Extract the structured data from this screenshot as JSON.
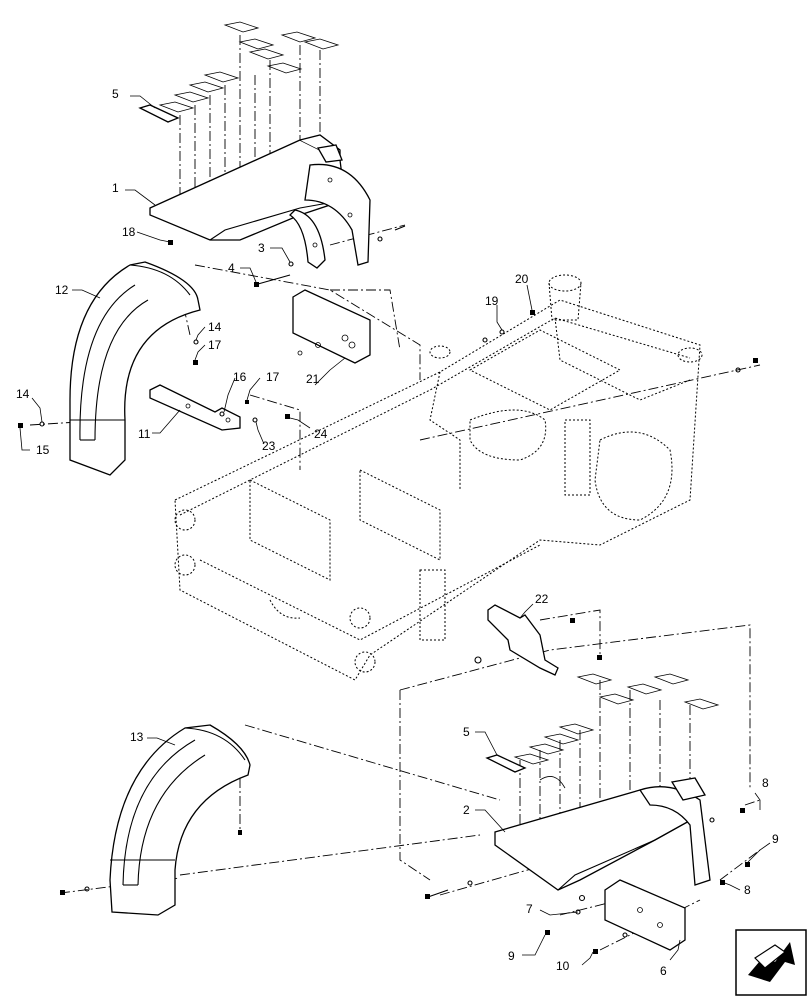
{
  "callouts": [
    {
      "id": "c1",
      "text": "1"
    },
    {
      "id": "c2",
      "text": "2"
    },
    {
      "id": "c3",
      "text": "3"
    },
    {
      "id": "c4",
      "text": "4"
    },
    {
      "id": "c5a",
      "text": "5"
    },
    {
      "id": "c5b",
      "text": "5"
    },
    {
      "id": "c6",
      "text": "6"
    },
    {
      "id": "c7",
      "text": "7"
    },
    {
      "id": "c8a",
      "text": "8"
    },
    {
      "id": "c8b",
      "text": "8"
    },
    {
      "id": "c9a",
      "text": "9"
    },
    {
      "id": "c9b",
      "text": "9"
    },
    {
      "id": "c10",
      "text": "10"
    },
    {
      "id": "c11",
      "text": "11"
    },
    {
      "id": "c12",
      "text": "12"
    },
    {
      "id": "c13",
      "text": "13"
    },
    {
      "id": "c14a",
      "text": "14"
    },
    {
      "id": "c14b",
      "text": "14"
    },
    {
      "id": "c15",
      "text": "15"
    },
    {
      "id": "c16",
      "text": "16"
    },
    {
      "id": "c17a",
      "text": "17"
    },
    {
      "id": "c17b",
      "text": "17"
    },
    {
      "id": "c18",
      "text": "18"
    },
    {
      "id": "c19",
      "text": "19"
    },
    {
      "id": "c20",
      "text": "20"
    },
    {
      "id": "c21",
      "text": "21"
    },
    {
      "id": "c22",
      "text": "22"
    },
    {
      "id": "c23",
      "text": "23"
    },
    {
      "id": "c24",
      "text": "24"
    }
  ],
  "nav_icon": "next-page-arrow-icon"
}
